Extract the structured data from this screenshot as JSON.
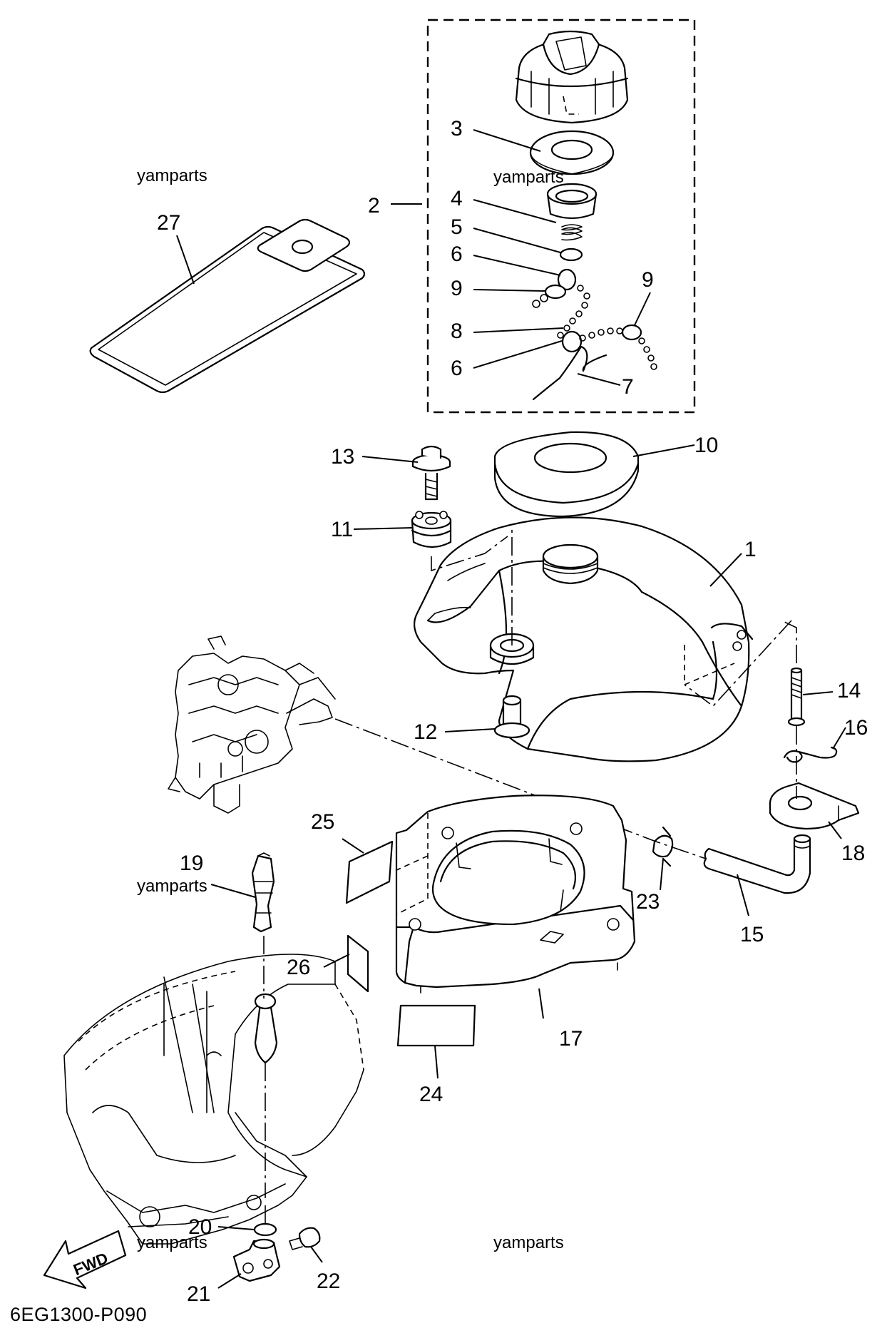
{
  "diagram": {
    "code": "6EG1300-P090",
    "fwd_label": "FWD",
    "watermark": "yamparts",
    "callouts": [
      {
        "id": "c1",
        "text": "1"
      },
      {
        "id": "c2",
        "text": "2"
      },
      {
        "id": "c3",
        "text": "3"
      },
      {
        "id": "c4",
        "text": "4"
      },
      {
        "id": "c5",
        "text": "5"
      },
      {
        "id": "c6a",
        "text": "6"
      },
      {
        "id": "c6b",
        "text": "6"
      },
      {
        "id": "c7",
        "text": "7"
      },
      {
        "id": "c8",
        "text": "8"
      },
      {
        "id": "c9a",
        "text": "9"
      },
      {
        "id": "c9b",
        "text": "9"
      },
      {
        "id": "c10",
        "text": "10"
      },
      {
        "id": "c11",
        "text": "11"
      },
      {
        "id": "c12",
        "text": "12"
      },
      {
        "id": "c13",
        "text": "13"
      },
      {
        "id": "c14",
        "text": "14"
      },
      {
        "id": "c15",
        "text": "15"
      },
      {
        "id": "c16",
        "text": "16"
      },
      {
        "id": "c17",
        "text": "17"
      },
      {
        "id": "c18",
        "text": "18"
      },
      {
        "id": "c19",
        "text": "19"
      },
      {
        "id": "c20",
        "text": "20"
      },
      {
        "id": "c21",
        "text": "21"
      },
      {
        "id": "c22",
        "text": "22"
      },
      {
        "id": "c23",
        "text": "23"
      },
      {
        "id": "c24",
        "text": "24"
      },
      {
        "id": "c25",
        "text": "25"
      },
      {
        "id": "c26",
        "text": "26"
      },
      {
        "id": "c27",
        "text": "27"
      }
    ]
  }
}
